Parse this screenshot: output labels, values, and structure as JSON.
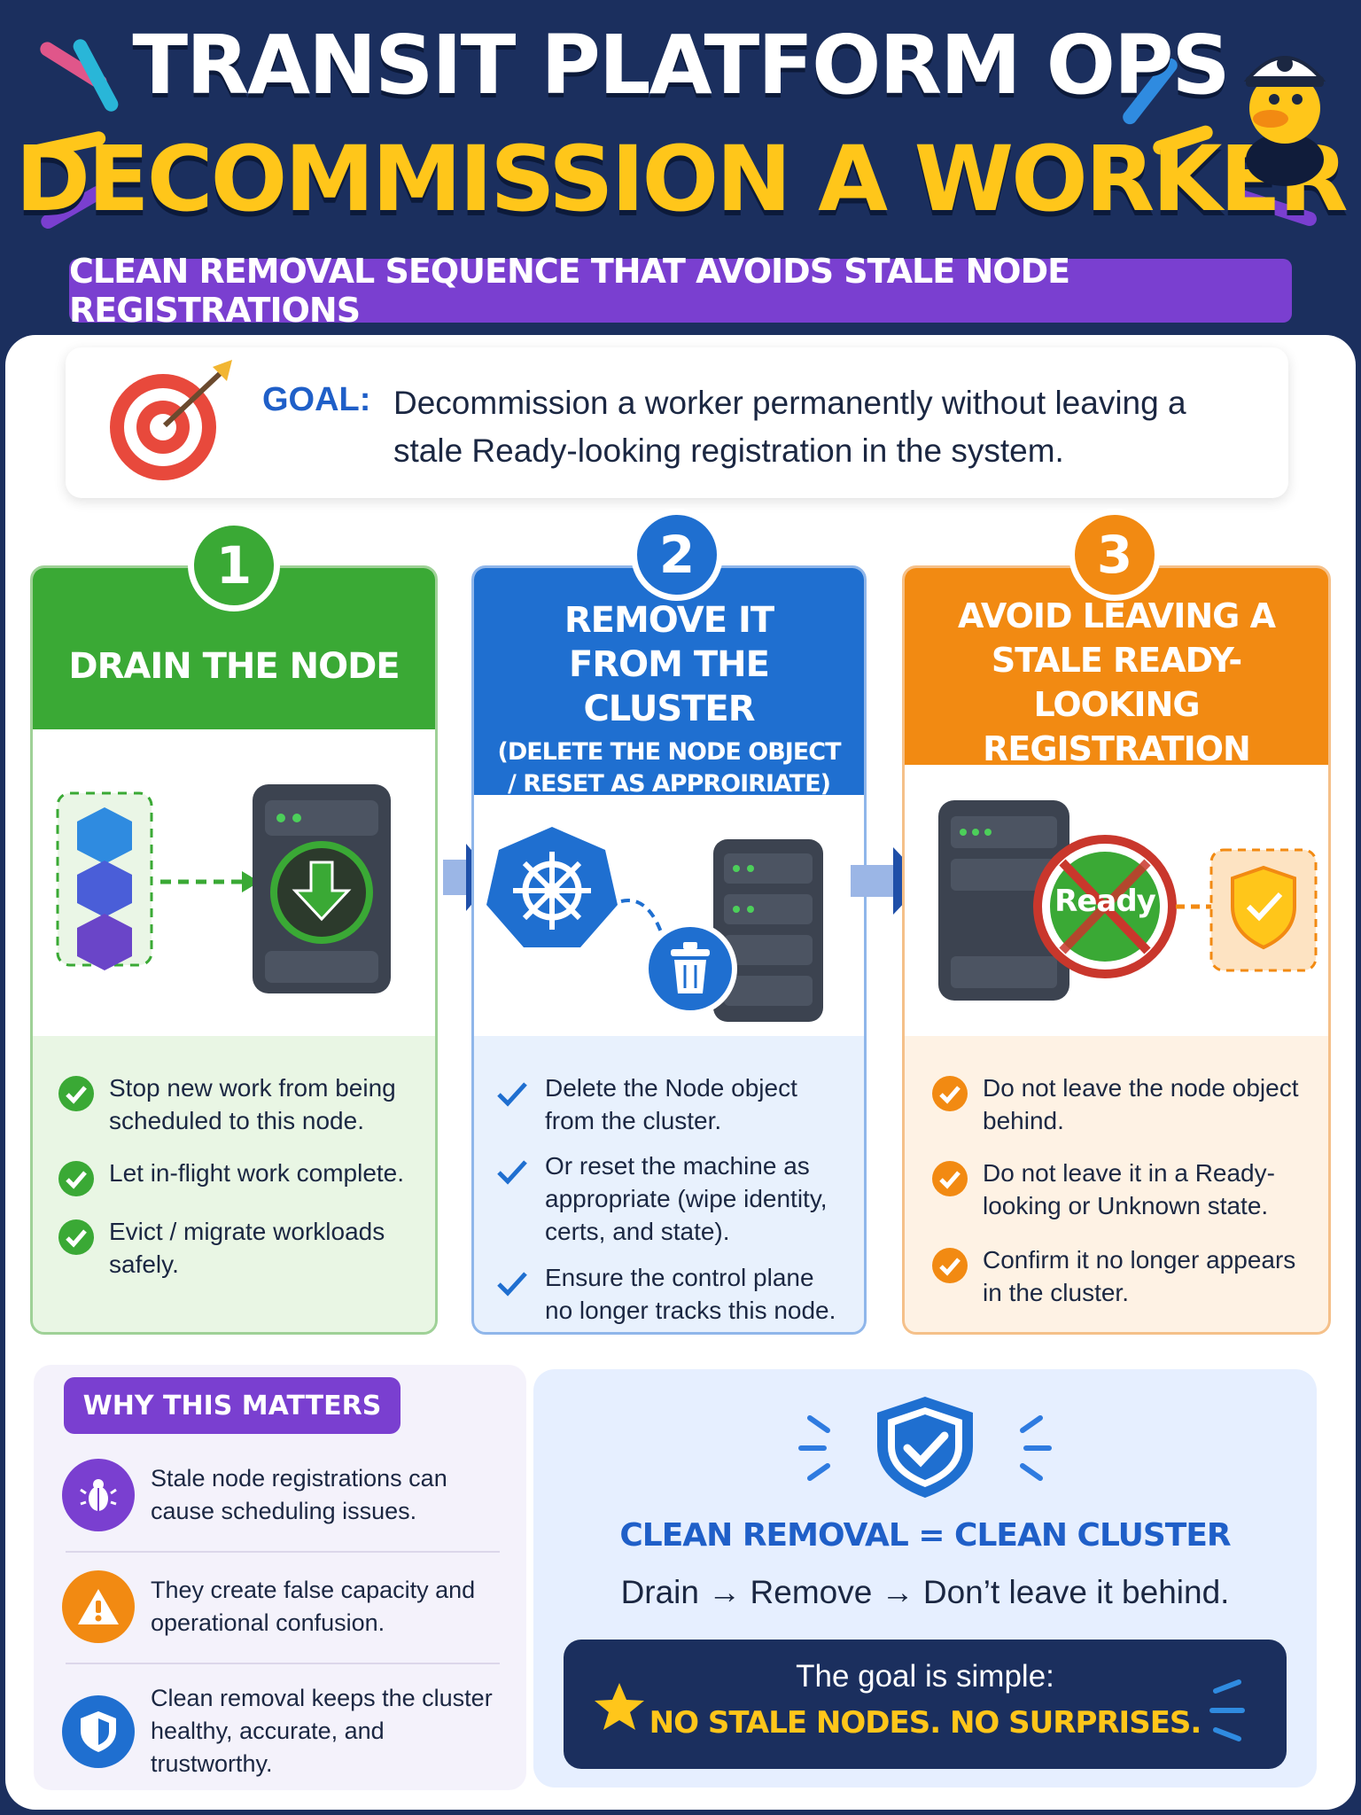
{
  "header": {
    "title_line1": "TRANSIT PLATFORM OPS",
    "title_line2": "DECOMMISSION A WORKER",
    "subtitle": "CLEAN REMOVAL SEQUENCE THAT AVOIDS STALE NODE REGISTRATIONS"
  },
  "goal": {
    "label": "GOAL:",
    "text": "Decommission a worker permanently without leaving a stale Ready-looking registration in the system."
  },
  "steps": [
    {
      "number": "1",
      "title": "DRAIN THE NODE",
      "subtitle": "",
      "color": "#3aa935",
      "bullets": [
        "Stop new work from being scheduled to this node.",
        "Let in-flight work complete.",
        "Evict / migrate workloads safely."
      ]
    },
    {
      "number": "2",
      "title": "REMOVE IT FROM THE CLUSTER",
      "subtitle": "(DELETE THE NODE OBJECT / RESET AS APPROIRIATE)",
      "color": "#1f6fd0",
      "bullets": [
        "Delete the Node object from the cluster.",
        "Or reset the machine as appropriate (wipe identity, certs, and state).",
        "Ensure the control plane no longer tracks this node."
      ]
    },
    {
      "number": "3",
      "title": "AVOID LEAVING A STALE READY-LOOKING REGISTRATION",
      "subtitle": "",
      "color": "#f28a12",
      "status_label": "Ready",
      "bullets": [
        "Do not leave the node object behind.",
        "Do not leave it in a Ready-looking or Unknown state.",
        "Confirm it no longer appears in the cluster."
      ]
    }
  ],
  "why": {
    "tag": "WHY THIS MATTERS",
    "items": [
      {
        "icon": "bug-icon",
        "text": "Stale node registrations can cause scheduling issues."
      },
      {
        "icon": "warning-icon",
        "text": "They create false capacity and operational confusion."
      },
      {
        "icon": "shield-icon",
        "text": "Clean removal keeps the cluster healthy, accurate, and trustworthy."
      }
    ]
  },
  "clean": {
    "title": "CLEAN REMOVAL = CLEAN CLUSTER",
    "flow": "Drain → Remove → Don’t leave it behind.",
    "goal_line1": "The goal is simple:",
    "goal_line2": "NO STALE NODES. NO SURPRISES."
  },
  "colors": {
    "navy": "#1b2f5e",
    "yellow": "#ffc61a",
    "purple": "#7a3fd0",
    "green": "#3aa935",
    "blue": "#1f6fd0",
    "orange": "#f28a12"
  }
}
